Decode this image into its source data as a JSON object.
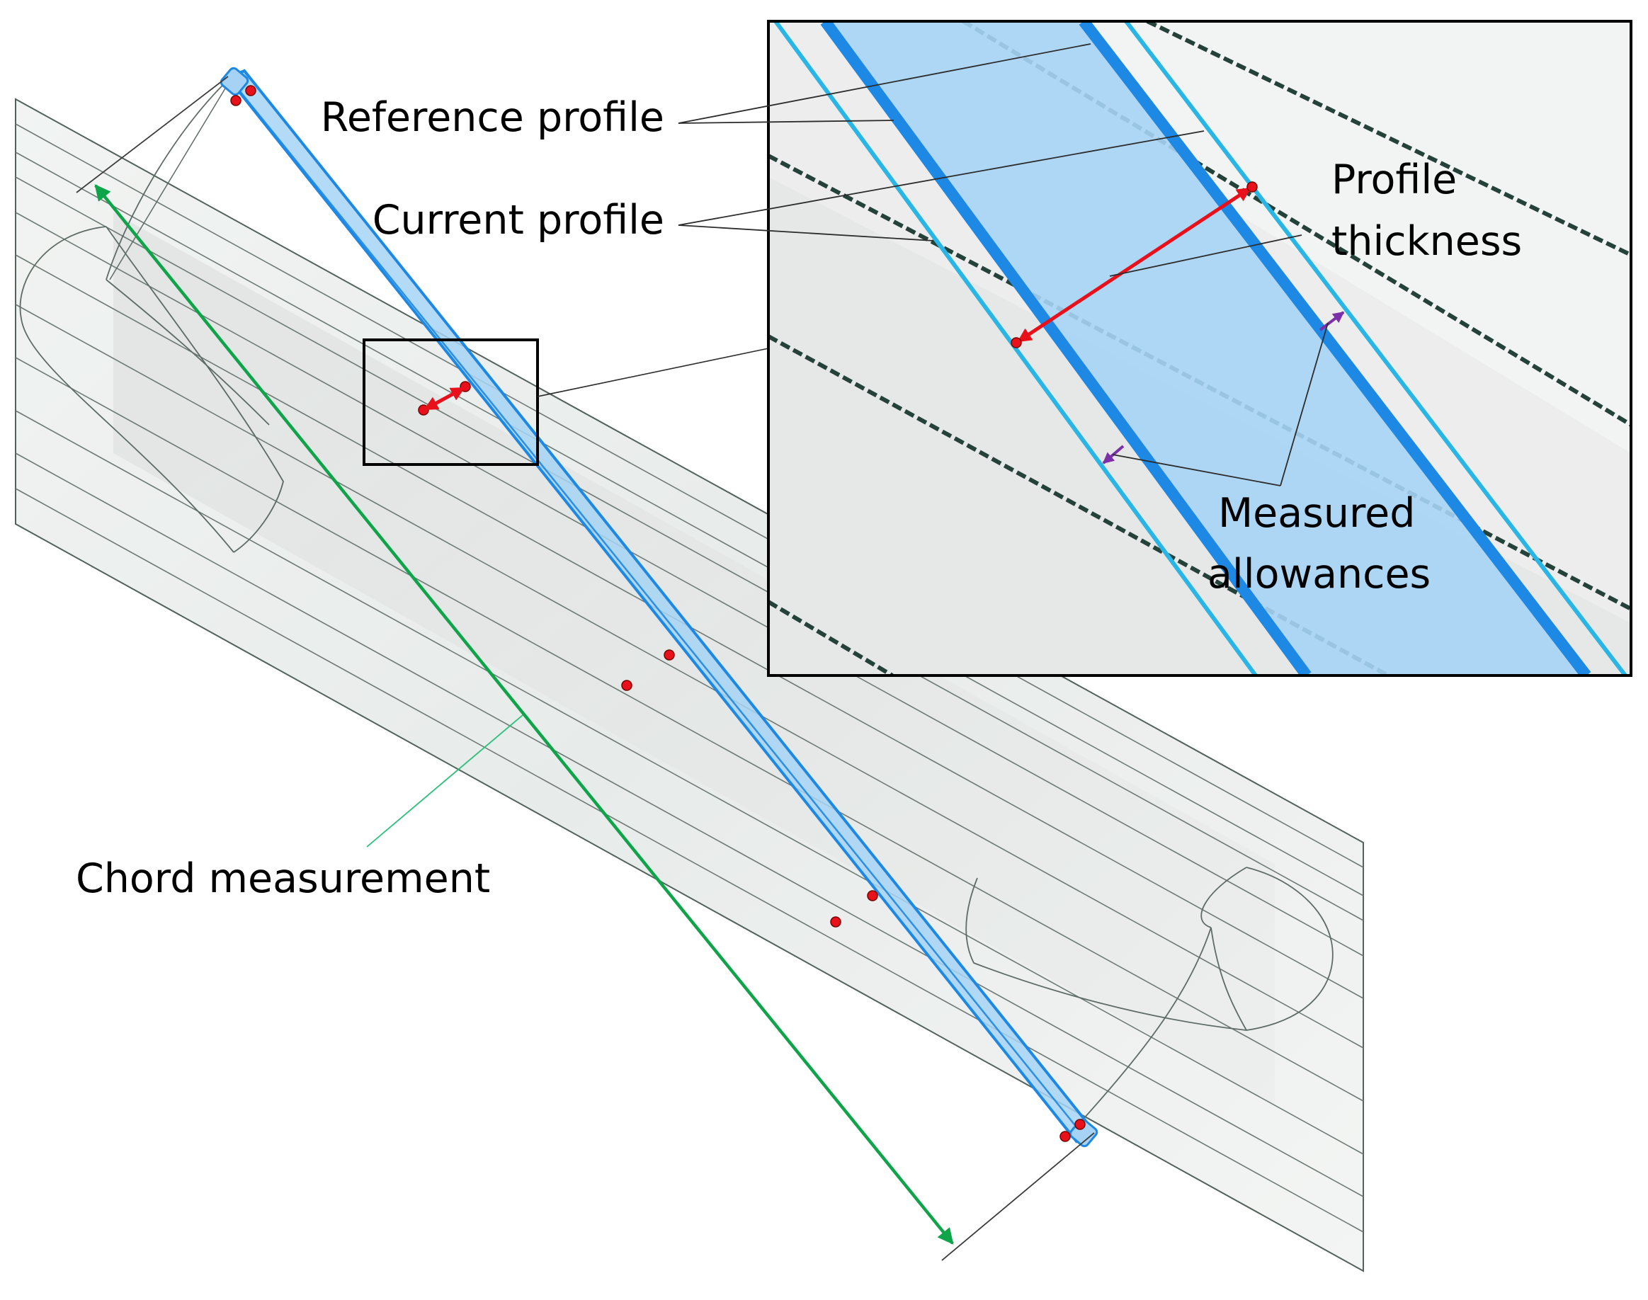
{
  "labels": {
    "reference_profile": "Reference profile",
    "current_profile": "Current profile",
    "profile_thickness_line1": "Profile",
    "profile_thickness_line2": "thickness",
    "measured_allowances_line1": "Measured",
    "measured_allowances_line2": "allowances",
    "chord_measurement": "Chord measurement"
  },
  "colors": {
    "reference_profile": "#1e88e5",
    "current_profile": "#29b6e6",
    "profile_fill": "#a6d3f5",
    "chord_arrow": "#0fa34a",
    "thickness_arrow": "#e8101a",
    "allowance_arrow": "#7b2fa8",
    "measurement_points": "#e8101a",
    "plate_fill": "#eef2f0",
    "plate_edge": "#53625b",
    "leader_line": "#2c2c2c",
    "chord_leader": "#2bbf7a"
  },
  "icons": {
    "thickness_arrow": "double-headed-arrow",
    "chord_arrow": "double-headed-arrow",
    "measurement_point": "circle-marker"
  }
}
